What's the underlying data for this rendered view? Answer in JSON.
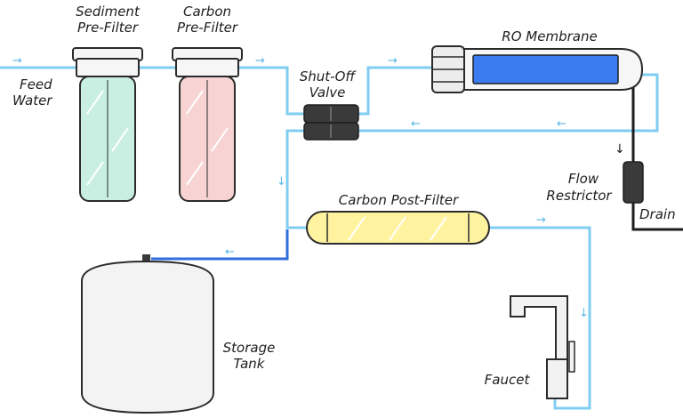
{
  "labels": {
    "feed_water_line1": "Feed",
    "feed_water_line2": "Water",
    "sediment_line1": "Sediment",
    "sediment_line2": "Pre-Filter",
    "carbon_pre_line1": "Carbon",
    "carbon_pre_line2": "Pre-Filter",
    "shutoff_line1": "Shut-Off",
    "shutoff_line2": "Valve",
    "ro_membrane": "RO Membrane",
    "flow_restrictor_line1": "Flow",
    "flow_restrictor_line2": "Restrictor",
    "drain": "Drain",
    "carbon_post": "Carbon Post-Filter",
    "storage_line1": "Storage",
    "storage_line2": "Tank",
    "faucet": "Faucet"
  },
  "flow_arrows": {
    "right": "→",
    "left": "←",
    "down": "↓"
  },
  "colors": {
    "pipe": "#7fcdf0",
    "pipe_pressurized": "#2f6fdc",
    "drain_line": "#1e1e1e",
    "sediment_filter": "#c9efe3",
    "carbon_pre_filter": "#f7d3d3",
    "ro_membrane": "#3b7bf0",
    "post_filter": "#fff3a0",
    "valve": "#3a3a3a",
    "tank": "#f3f3f3",
    "outline": "#2b2b2b"
  }
}
